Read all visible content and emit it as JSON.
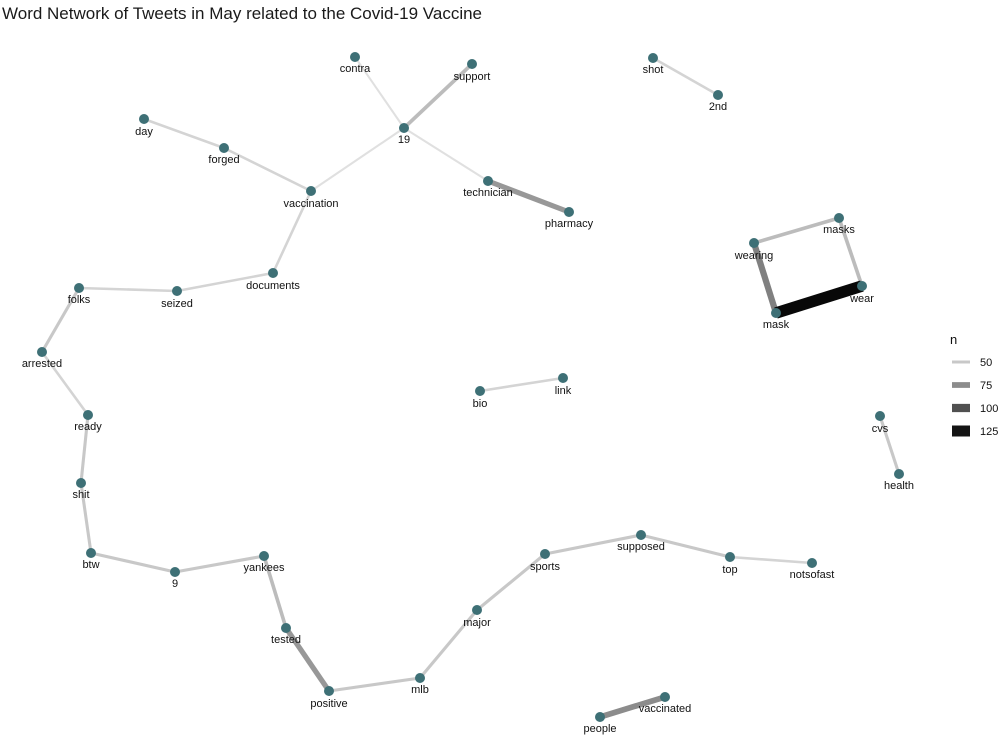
{
  "title": "Word Network of Tweets in May related to the Covid-19 Vaccine",
  "chart_data": {
    "type": "network",
    "node_color": "#3e7076",
    "nodes": [
      "contra",
      "support",
      "shot",
      "2nd",
      "19",
      "day",
      "forged",
      "vaccination",
      "technician",
      "pharmacy",
      "masks",
      "wearing",
      "wear",
      "mask",
      "documents",
      "folks",
      "seized",
      "arrested",
      "bio",
      "link",
      "ready",
      "cvs",
      "health",
      "shit",
      "supposed",
      "btw",
      "sports",
      "top",
      "notsofast",
      "9",
      "yankees",
      "major",
      "tested",
      "mlb",
      "positive",
      "vaccinated",
      "people"
    ],
    "edges": [
      {
        "from": "contra",
        "to": "19",
        "n": 40
      },
      {
        "from": "support",
        "to": "19",
        "n": 55
      },
      {
        "from": "shot",
        "to": "2nd",
        "n": 45
      },
      {
        "from": "19",
        "to": "vaccination",
        "n": 40
      },
      {
        "from": "19",
        "to": "technician",
        "n": 40
      },
      {
        "from": "technician",
        "to": "pharmacy",
        "n": 70
      },
      {
        "from": "day",
        "to": "forged",
        "n": 45
      },
      {
        "from": "forged",
        "to": "vaccination",
        "n": 45
      },
      {
        "from": "vaccination",
        "to": "documents",
        "n": 45
      },
      {
        "from": "documents",
        "to": "seized",
        "n": 45
      },
      {
        "from": "seized",
        "to": "folks",
        "n": 45
      },
      {
        "from": "folks",
        "to": "arrested",
        "n": 50
      },
      {
        "from": "arrested",
        "to": "ready",
        "n": 45
      },
      {
        "from": "ready",
        "to": "shit",
        "n": 50
      },
      {
        "from": "shit",
        "to": "btw",
        "n": 50
      },
      {
        "from": "btw",
        "to": "9",
        "n": 50
      },
      {
        "from": "9",
        "to": "yankees",
        "n": 50
      },
      {
        "from": "yankees",
        "to": "tested",
        "n": 55
      },
      {
        "from": "tested",
        "to": "positive",
        "n": 70
      },
      {
        "from": "positive",
        "to": "mlb",
        "n": 50
      },
      {
        "from": "mlb",
        "to": "major",
        "n": 50
      },
      {
        "from": "major",
        "to": "sports",
        "n": 50
      },
      {
        "from": "sports",
        "to": "supposed",
        "n": 50
      },
      {
        "from": "supposed",
        "to": "top",
        "n": 50
      },
      {
        "from": "top",
        "to": "notsofast",
        "n": 45
      },
      {
        "from": "masks",
        "to": "wearing",
        "n": 55
      },
      {
        "from": "masks",
        "to": "wear",
        "n": 55
      },
      {
        "from": "wearing",
        "to": "mask",
        "n": 80
      },
      {
        "from": "mask",
        "to": "wear",
        "n": 130
      },
      {
        "from": "bio",
        "to": "link",
        "n": 45
      },
      {
        "from": "cvs",
        "to": "health",
        "n": 50
      },
      {
        "from": "people",
        "to": "vaccinated",
        "n": 75
      }
    ],
    "legend": {
      "title": "n",
      "entries": [
        {
          "label": "50",
          "value": 50
        },
        {
          "label": "75",
          "value": 75
        },
        {
          "label": "100",
          "value": 100
        },
        {
          "label": "125",
          "value": 125
        }
      ],
      "placement": "right"
    }
  }
}
